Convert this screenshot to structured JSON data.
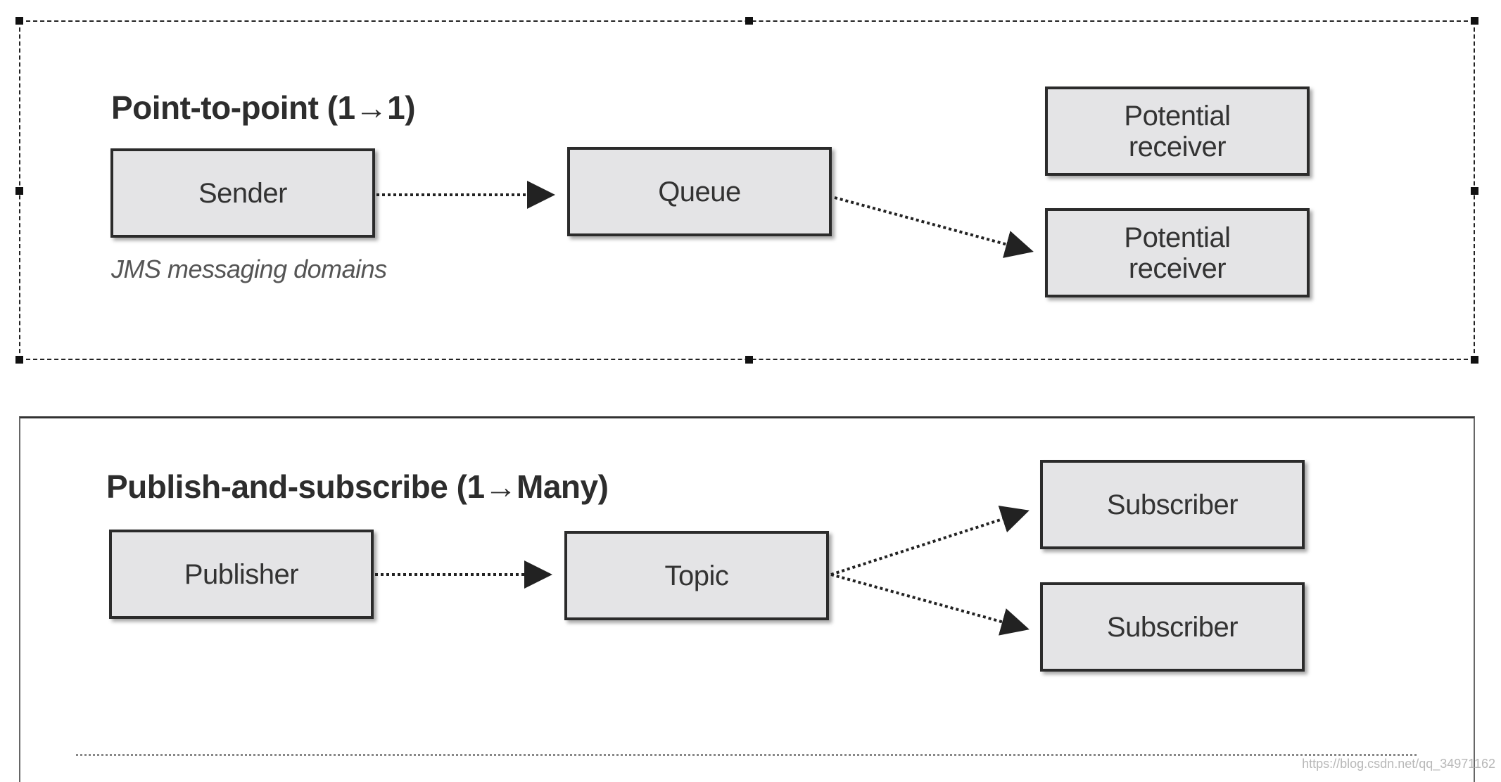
{
  "point_to_point": {
    "title": "Point-to-point (1→1)",
    "caption": "JMS messaging domains",
    "sender": "Sender",
    "queue": "Queue",
    "receivers": [
      "Potential\nreceiver",
      "Potential\nreceiver"
    ]
  },
  "publish_subscribe": {
    "title": "Publish-and-subscribe (1→Many)",
    "publisher": "Publisher",
    "topic": "Topic",
    "subscribers": [
      "Subscriber",
      "Subscriber"
    ]
  },
  "watermark": "https://blog.csdn.net/qq_34971162",
  "colors": {
    "box_fill": "#e4e4e6",
    "box_border": "#2b2b2b",
    "arrow": "#222222"
  }
}
